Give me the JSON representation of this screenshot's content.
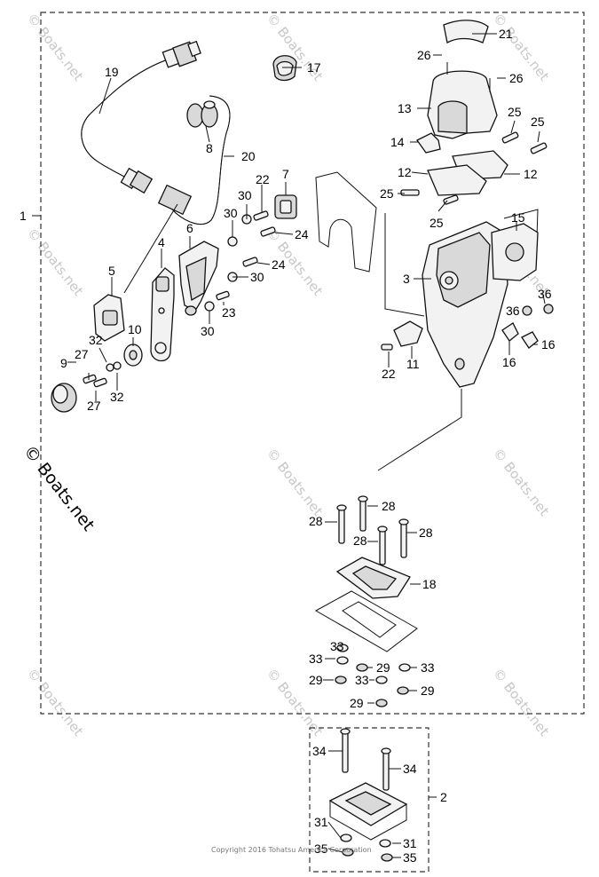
{
  "watermark": {
    "text": "© Boats.net"
  },
  "copyright": "Copyright 2016 Tohatsu America Corporation",
  "labels": {
    "l1": "1",
    "l2": "2",
    "l3": "3",
    "l4": "4",
    "l5": "5",
    "l6": "6",
    "l7": "7",
    "l8": "8",
    "l9": "9",
    "l10": "10",
    "l11": "11",
    "l12a": "12",
    "l12b": "12",
    "l13": "13",
    "l14": "14",
    "l15": "15",
    "l16a": "16",
    "l16b": "16",
    "l17": "17",
    "l18": "18",
    "l19": "19",
    "l20": "20",
    "l21": "21",
    "l22a": "22",
    "l22b": "22",
    "l23": "23",
    "l24a": "24",
    "l24b": "24",
    "l25a": "25",
    "l25b": "25",
    "l25c": "25",
    "l25d": "25",
    "l26a": "26",
    "l26b": "26",
    "l27a": "27",
    "l27b": "27",
    "l28a": "28",
    "l28b": "28",
    "l28c": "28",
    "l28d": "28",
    "l29a": "29",
    "l29b": "29",
    "l29c": "29",
    "l29d": "29",
    "l30a": "30",
    "l30b": "30",
    "l30c": "30",
    "l30d": "30",
    "l31a": "31",
    "l31b": "31",
    "l32a": "32",
    "l32b": "32",
    "l33a": "33",
    "l33b": "33",
    "l33c": "33",
    "l33d": "33",
    "l34a": "34",
    "l34b": "34",
    "l35a": "35",
    "l35b": "35",
    "l36a": "36",
    "l36b": "36"
  }
}
